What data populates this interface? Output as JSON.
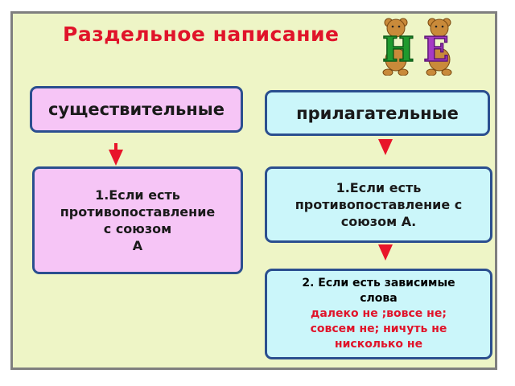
{
  "title": "Раздельное написание",
  "logo": {
    "text": "НЕ",
    "icon": "teddy-bears-holding-letters"
  },
  "left": {
    "header": "существительные",
    "rule_lines": [
      "1.Если есть",
      "противопоставление",
      "с союзом",
      "А"
    ]
  },
  "right": {
    "header": "прилагательные",
    "rule1_lines": [
      "1.Если есть",
      "противопоставление с",
      "союзом  А."
    ],
    "rule2_lines": [
      "2. Если  есть зависимые",
      "слова"
    ],
    "rule2_red_lines": [
      "далеко не ;вовсе не;",
      "совсем не; ничуть не",
      "нисколько не"
    ]
  },
  "colors": {
    "background": "#eef5c6",
    "title": "#e0142a",
    "pink_box": "#f6c5f6",
    "cyan_box": "#cbf6fa",
    "border": "#2b4f8f",
    "arrow": "#e8152a"
  }
}
